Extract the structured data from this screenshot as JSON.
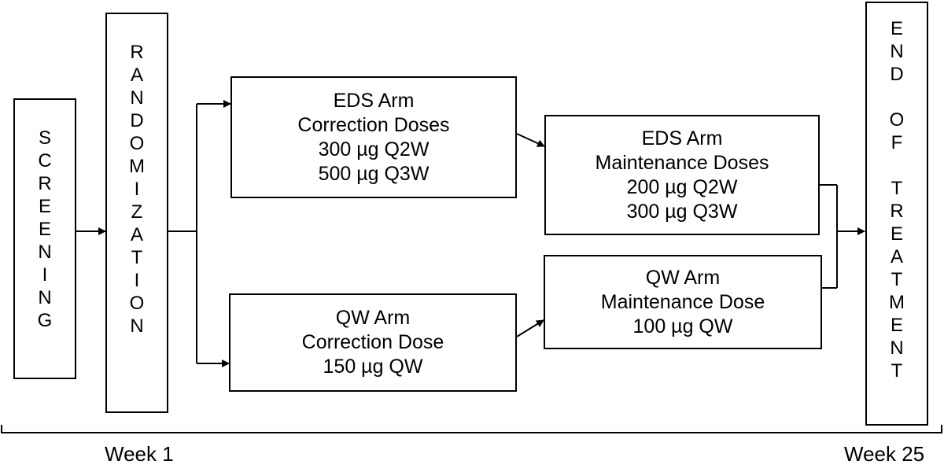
{
  "screening": {
    "label": "SCREENING"
  },
  "randomization": {
    "label": "RANDOMIZATION"
  },
  "end_of_treatment": {
    "words": [
      "END",
      "OF",
      "TREATMENT"
    ]
  },
  "eds_correction": {
    "lines": [
      "EDS Arm",
      "Correction Doses",
      "300 µg Q2W",
      "500 µg Q3W"
    ]
  },
  "qw_correction": {
    "lines": [
      "QW Arm",
      "Correction Dose",
      "150 µg QW"
    ]
  },
  "eds_maintenance": {
    "lines": [
      "EDS Arm",
      "Maintenance Doses",
      "200 µg Q2W",
      "300 µg Q3W"
    ]
  },
  "qw_maintenance": {
    "lines": [
      "QW Arm",
      "Maintenance Dose",
      "100 µg QW"
    ]
  },
  "timeline": {
    "start_label": "Week 1",
    "end_label": "Week 25"
  }
}
